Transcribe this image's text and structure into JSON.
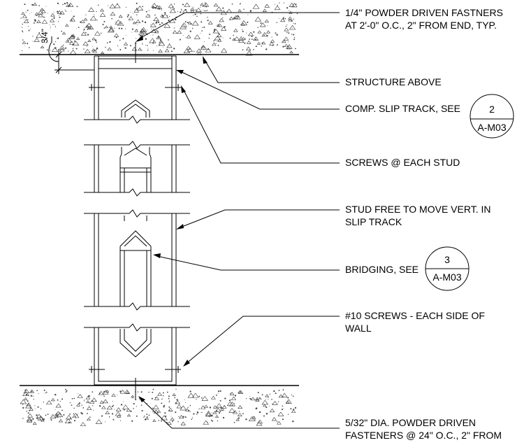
{
  "notes": {
    "fasteners_top_line1": "1/4\" POWDER DRIVEN FASTNERS",
    "fasteners_top_line2": "AT 2'-0\" O.C.,  2\" FROM END, TYP.",
    "structure_above": "STRUCTURE ABOVE",
    "slip_track": "COMP. SLIP TRACK, SEE",
    "screws_each_stud": "SCREWS @ EACH STUD",
    "stud_free_line1": "STUD FREE TO MOVE VERT. IN",
    "stud_free_line2": "SLIP TRACK",
    "bridging": "BRIDGING, SEE",
    "screws10_line1": "#10 SCREWS - EACH SIDE OF",
    "screws10_line2": "WALL",
    "fasteners_bottom_line1": "5/32\" DIA. POWDER DRIVEN",
    "fasteners_bottom_line2": "FASTENERS @ 24\" O.C., 2\" FROM"
  },
  "dimension": {
    "gap": "3/4\""
  },
  "detail_tags": [
    {
      "number": "2",
      "sheet": "A-M03"
    },
    {
      "number": "3",
      "sheet": "A-M03"
    }
  ]
}
